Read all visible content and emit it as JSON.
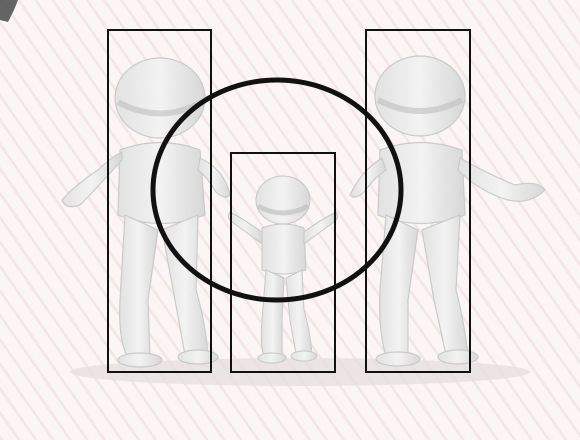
{
  "scene": {
    "description_icon": "three-figures-sketch",
    "colors": {
      "paper": "#fbf5f5",
      "hatch": "#f3e6e6",
      "figure_fill": "#e9e9e9",
      "figure_shade": "#cfcfcf",
      "outline": "#111111",
      "corner": "#4a4a4a"
    },
    "figures": [
      {
        "name": "left-figure-icon"
      },
      {
        "name": "child-figure-icon"
      },
      {
        "name": "right-figure-icon"
      }
    ],
    "highlight_boxes": 3,
    "highlight_circles": 1
  }
}
